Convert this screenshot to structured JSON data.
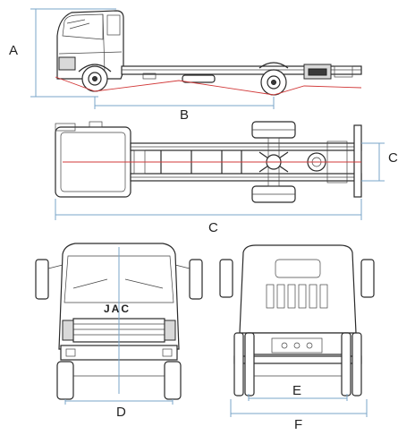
{
  "labels": {
    "a": "A",
    "b": "B",
    "c": "C",
    "c_right": "C",
    "d": "D",
    "e": "E",
    "f": "F",
    "logo": "JAC"
  },
  "colors": {
    "dimension_line": "#7aa6c8",
    "red_line": "#d23a3a",
    "outline": "#2a2a2a"
  }
}
